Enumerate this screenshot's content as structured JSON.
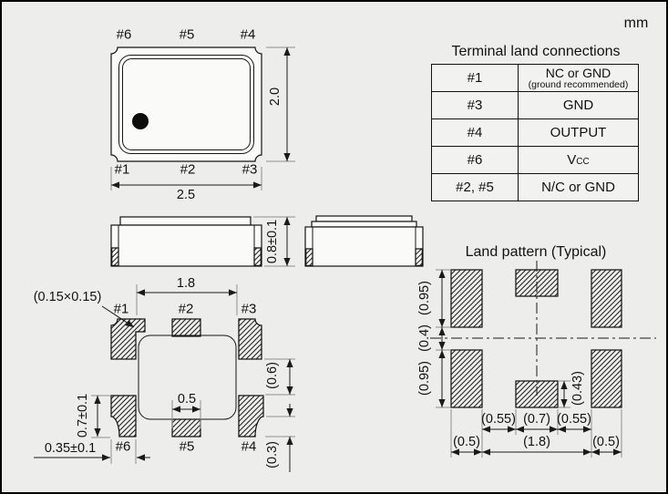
{
  "units_label": "mm",
  "colors": {
    "line": "#1a1a1a",
    "background": "#ededeb"
  },
  "terminal_table": {
    "title": "Terminal land connections",
    "rows": [
      {
        "pin": "#1",
        "conn": "NC or GND",
        "note": "(ground recommended)"
      },
      {
        "pin": "#3",
        "conn": "GND"
      },
      {
        "pin": "#4",
        "conn": "OUTPUT"
      },
      {
        "pin": "#6",
        "conn": "V",
        "sub": "CC"
      },
      {
        "pin": "#2, #5",
        "conn": "N/C or GND"
      }
    ]
  },
  "top_view": {
    "pins_top": [
      "#6",
      "#5",
      "#4"
    ],
    "pins_bottom": [
      "#1",
      "#2",
      "#3"
    ],
    "dim_width": "2.5",
    "dim_height": "2.0"
  },
  "side_view": {
    "dim_height": "0.8±0.1"
  },
  "bottom_view": {
    "pins_top": [
      "#1",
      "#2",
      "#3"
    ],
    "pins_bottom": [
      "#6",
      "#5",
      "#4"
    ],
    "dim_inner_span": "1.8",
    "dim_index_notch": "(0.15×0.15)",
    "dim_center_pad_width": "0.5",
    "dim_corner_pad_height": "0.7±0.1",
    "dim_corner_pad_width": "0.35±0.1",
    "dim_edge_gap": "(0.6)",
    "dim_corner_notch": "(0.3)"
  },
  "land_pattern": {
    "title": "Land pattern (Typical)",
    "dim_pad_height_top": "(0.95)",
    "dim_center_gap": "(0.4)",
    "dim_pad_height_bottom": "(0.95)",
    "dim_center_pad_height": "(0.43)",
    "dim_gap_left": "(0.55)",
    "dim_center_pad_width": "(0.7)",
    "dim_gap_right": "(0.55)",
    "dim_pad_width_left": "(0.5)",
    "dim_span": "(1.8)",
    "dim_pad_width_right": "(0.5)"
  }
}
